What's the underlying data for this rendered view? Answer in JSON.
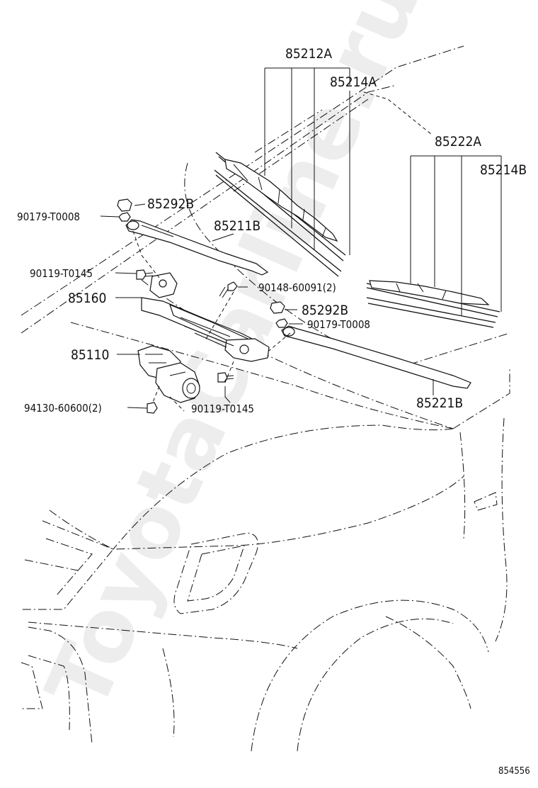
{
  "watermark": "ToyotaCarline.ru",
  "diagram_id": "854556",
  "callouts": {
    "p85212A": "85212A",
    "p85214A": "85214A",
    "p85222A": "85222A",
    "p85214B": "85214B",
    "p85292B_left": "85292B",
    "p90179_left": "90179-T0008",
    "p85211B": "85211B",
    "p90119_top": "90119-T0145",
    "p90148": "90148-60091(2)",
    "p85160": "85160",
    "p85292B_right": "85292B",
    "p90179_right": "90179-T0008",
    "p85110": "85110",
    "p94130": "94130-60600(2)",
    "p90119_bottom": "90119-T0145",
    "p85221B": "85221B"
  }
}
